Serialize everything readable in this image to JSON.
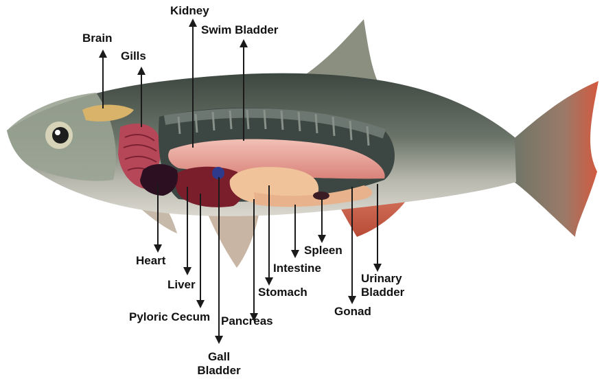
{
  "labels": {
    "kidney": "Kidney",
    "swim_bladder": "Swim Bladder",
    "brain": "Brain",
    "gills": "Gills",
    "heart": "Heart",
    "liver": "Liver",
    "pyloric_cecum": "Pyloric Cecum",
    "gall_bladder": [
      "Gall",
      "Bladder"
    ],
    "pancreas": "Pancreas",
    "stomach": "Stomach",
    "intestine": "Intestine",
    "spleen": "Spleen",
    "gonad": "Gonad",
    "urinary_bladder": [
      "Urinary",
      "Bladder"
    ]
  },
  "colors": {
    "body_back": "#4f5a52",
    "body_belly": "#c9c9bf",
    "fin": "#c96a55",
    "cavity": "#3c4643",
    "swim_bladder": "#e9a79e",
    "stomach": "#f0c39a",
    "liver": "#7a1e2c",
    "heart": "#2d0f22",
    "gills": "#b54758",
    "arrow": "#1a1a1a"
  }
}
